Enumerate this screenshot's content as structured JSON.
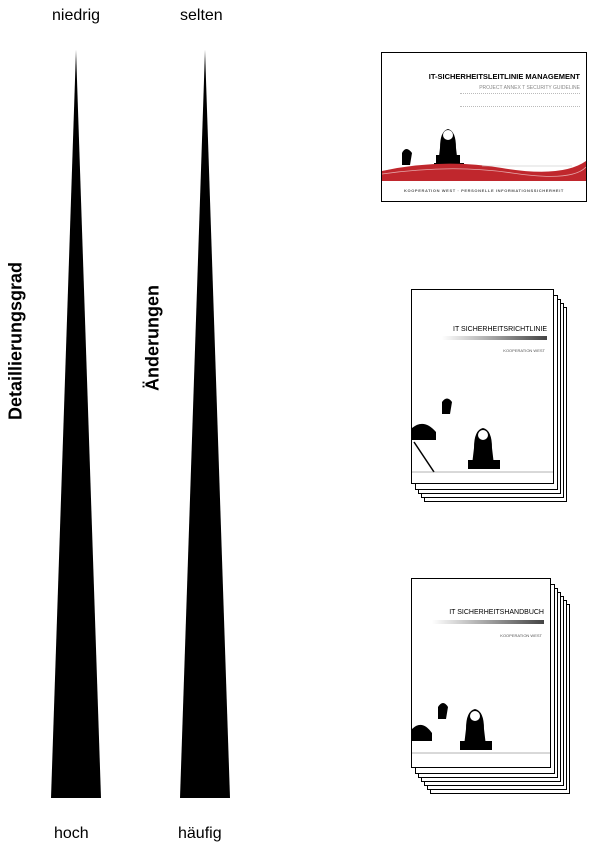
{
  "left_scale": {
    "top_label": "niedrig",
    "bottom_label": "hoch",
    "title": "Detaillierungsgrad"
  },
  "right_scale": {
    "top_label": "selten",
    "bottom_label": "häufig",
    "title": "Änderungen"
  },
  "documents": [
    {
      "title": "IT-SICHERHEITSLEITLINIE MANAGEMENT",
      "subtitle": "PROJECT ANNEX  T  SECURITY GUIDELINE",
      "footer": "KOOPERATION WEST · PERSONELLE INFORMATIONSSICHERHEIT",
      "stack_count": 1,
      "accent": "#c0272d"
    },
    {
      "title": "IT SICHERHEITSRICHTLINIE",
      "subtitle": "KOOPERATION WEST",
      "stack_count": 5,
      "accent": "#555555"
    },
    {
      "title": "IT SICHERHEITSHANDBUCH",
      "subtitle": "KOOPERATION WEST",
      "stack_count": 7,
      "accent": "#555555"
    }
  ]
}
